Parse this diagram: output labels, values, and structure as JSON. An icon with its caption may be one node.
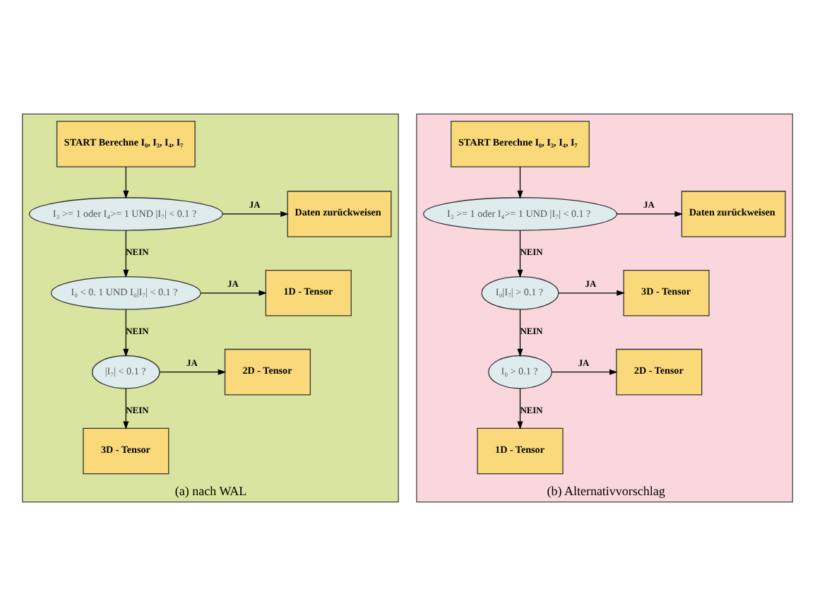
{
  "diagram": {
    "nodes": [
      {
        "text": [
          "(a) nach WAL"
        ]
      },
      {
        "text": [
          "START Berechne I₀, I₃, I₄, I₇"
        ],
        "in": 0
      },
      {
        "text": [
          "I₃ >= 1 oder I₄>= 1 UND |I₇| < 0.1 ?"
        ],
        "in": 0
      },
      {
        "text": [
          "Daten zurückweisen"
        ],
        "in": 0
      },
      {
        "text": [
          "I₀ < 0. 1 UND I₀|I₇| < 0.1 ?"
        ],
        "in": 0
      },
      {
        "text": [
          "1D - Tensor"
        ],
        "in": 0
      },
      {
        "text": [
          "|I₇| < 0.1 ?"
        ],
        "in": 0
      },
      {
        "text": [
          "2D - Tensor"
        ],
        "in": 0
      },
      {
        "text": [
          "3D - Tensor"
        ],
        "in": 0
      },
      {
        "text": [
          "(b) Alternativvorschlag"
        ]
      },
      {
        "text": [
          "START Berechne I₀, I₃, I₄, I₇"
        ],
        "in": 9
      },
      {
        "text": [
          "I₃ >= 1 oder I₄>= 1 UND |I₇| < 0.1 ?"
        ],
        "in": 9
      },
      {
        "text": [
          "Daten zurückweisen"
        ],
        "in": 9
      },
      {
        "text": [
          "I₀|I₇| > 0.1 ?"
        ],
        "in": 9
      },
      {
        "text": [
          "3D - Tensor"
        ],
        "in": 9
      },
      {
        "text": [
          "I₀ > 0.1 ?"
        ],
        "in": 9
      },
      {
        "text": [
          "2D - Tensor"
        ],
        "in": 9
      },
      {
        "text": [
          "1D - Tensor"
        ],
        "in": 9
      }
    ],
    "edges": [
      {
        "from": 1,
        "to": 2,
        "arrow": "to"
      },
      {
        "from": 2,
        "to": 3,
        "arrow": "to",
        "label": "JA"
      },
      {
        "from": 2,
        "to": 4,
        "arrow": "to",
        "label": "NEIN"
      },
      {
        "from": 4,
        "to": 5,
        "arrow": "to",
        "label": "JA"
      },
      {
        "from": 4,
        "to": 6,
        "arrow": "to",
        "label": "NEIN"
      },
      {
        "from": 6,
        "to": 7,
        "arrow": "to",
        "label": "JA"
      },
      {
        "from": 6,
        "to": 8,
        "arrow": "to",
        "label": "NEIN"
      },
      {
        "from": 10,
        "to": 11,
        "arrow": "to"
      },
      {
        "from": 11,
        "to": 12,
        "arrow": "to",
        "label": "JA"
      },
      {
        "from": 11,
        "to": 13,
        "arrow": "to",
        "label": "NEIN"
      },
      {
        "from": 13,
        "to": 14,
        "arrow": "to",
        "label": "JA"
      },
      {
        "from": 13,
        "to": 15,
        "arrow": "to",
        "label": "NEIN"
      },
      {
        "from": 15,
        "to": 16,
        "arrow": "to",
        "label": "JA"
      },
      {
        "from": 15,
        "to": 17,
        "arrow": "to",
        "label": "NEIN"
      }
    ]
  }
}
